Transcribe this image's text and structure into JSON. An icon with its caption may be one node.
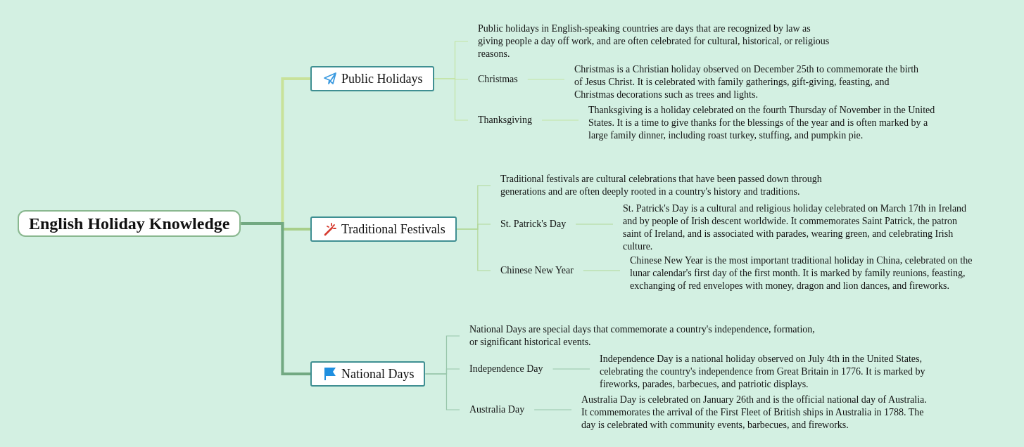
{
  "diagram": {
    "nodes": [
      {
        "text": [
          "English Holiday Knowledge"
        ]
      },
      {
        "text": [
          "Public Holidays"
        ]
      },
      {
        "text": [
          "Public holidays in English-speaking countries are days that are recognized by law as giving people a day off work, and are often celebrated for cultural, historical, or religious reasons."
        ]
      },
      {
        "text": [
          "Christmas"
        ]
      },
      {
        "text": [
          "Christmas is a Christian holiday observed on December 25th to commemorate the birth of Jesus Christ. It is celebrated with family gatherings, gift-giving, feasting, and Christmas decorations such as trees and lights."
        ]
      },
      {
        "text": [
          "Thanksgiving"
        ]
      },
      {
        "text": [
          "Thanksgiving is a holiday celebrated on the fourth Thursday of November in the United States. It is a time to give thanks for the blessings of the year and is often marked by a large family dinner, including roast turkey, stuffing, and pumpkin pie."
        ]
      },
      {
        "text": [
          "Traditional Festivals"
        ]
      },
      {
        "text": [
          "Traditional festivals are cultural celebrations that have been passed down through generations and are often deeply rooted in a country's history and traditions."
        ]
      },
      {
        "text": [
          "St. Patrick's Day"
        ]
      },
      {
        "text": [
          "St. Patrick's Day is a cultural and religious holiday celebrated on March 17th in Ireland and by people of Irish descent worldwide. It commemorates Saint Patrick, the patron saint of Ireland, and is associated with parades, wearing green, and celebrating Irish culture."
        ]
      },
      {
        "text": [
          "Chinese New Year"
        ]
      },
      {
        "text": [
          "Chinese New Year is the most important traditional holiday in China, celebrated on the lunar calendar's first day of the first month. It is marked by family reunions, feasting, exchanging of red envelopes with money, dragon and lion dances, and fireworks."
        ]
      },
      {
        "text": [
          "National Days"
        ]
      },
      {
        "text": [
          "National Days are special days that commemorate a country's independence, formation, or significant historical events."
        ]
      },
      {
        "text": [
          "Independence Day"
        ]
      },
      {
        "text": [
          "Independence Day is a national holiday observed on July 4th in the United States, celebrating the country's independence from Great Britain in 1776. It is marked by fireworks, parades, barbecues, and patriotic displays."
        ]
      },
      {
        "text": [
          "Australia Day"
        ]
      },
      {
        "text": [
          "Australia Day is celebrated on January 26th and is the official national day of Australia. It commemorates the arrival of the First Fleet of British ships in Australia in 1788. The day is celebrated with community events, barbecues, and fireworks."
        ]
      }
    ],
    "edges": [
      {
        "from": 0,
        "to": 1,
        "arrow": "none",
        "style": "thick",
        "color": "#c8e29a"
      },
      {
        "from": 0,
        "to": 7,
        "arrow": "none",
        "style": "thick",
        "color": "#a8cf8a"
      },
      {
        "from": 0,
        "to": 13,
        "arrow": "none",
        "style": "thick",
        "color": "#72a982"
      },
      {
        "from": 1,
        "to": 2,
        "arrow": "none",
        "color": "#c4e3a4"
      },
      {
        "from": 1,
        "to": 3,
        "arrow": "none",
        "color": "#c4e3a4"
      },
      {
        "from": 1,
        "to": 5,
        "arrow": "none",
        "color": "#c4e3a4"
      },
      {
        "from": 3,
        "to": 4,
        "arrow": "none",
        "color": "#c4e3a4"
      },
      {
        "from": 5,
        "to": 6,
        "arrow": "none",
        "color": "#c4e3a4"
      },
      {
        "from": 7,
        "to": 8,
        "arrow": "none",
        "color": "#b2d797"
      },
      {
        "from": 7,
        "to": 9,
        "arrow": "none",
        "color": "#b2d797"
      },
      {
        "from": 7,
        "to": 11,
        "arrow": "none",
        "color": "#b2d797"
      },
      {
        "from": 9,
        "to": 10,
        "arrow": "none",
        "color": "#b2d797"
      },
      {
        "from": 11,
        "to": 12,
        "arrow": "none",
        "color": "#b2d797"
      },
      {
        "from": 13,
        "to": 14,
        "arrow": "none",
        "color": "#97c6aa"
      },
      {
        "from": 13,
        "to": 15,
        "arrow": "none",
        "color": "#97c6aa"
      },
      {
        "from": 13,
        "to": 17,
        "arrow": "none",
        "color": "#97c6aa"
      },
      {
        "from": 15,
        "to": 16,
        "arrow": "none",
        "color": "#97c6aa"
      },
      {
        "from": 17,
        "to": 18,
        "arrow": "none",
        "color": "#97c6aa"
      }
    ]
  }
}
